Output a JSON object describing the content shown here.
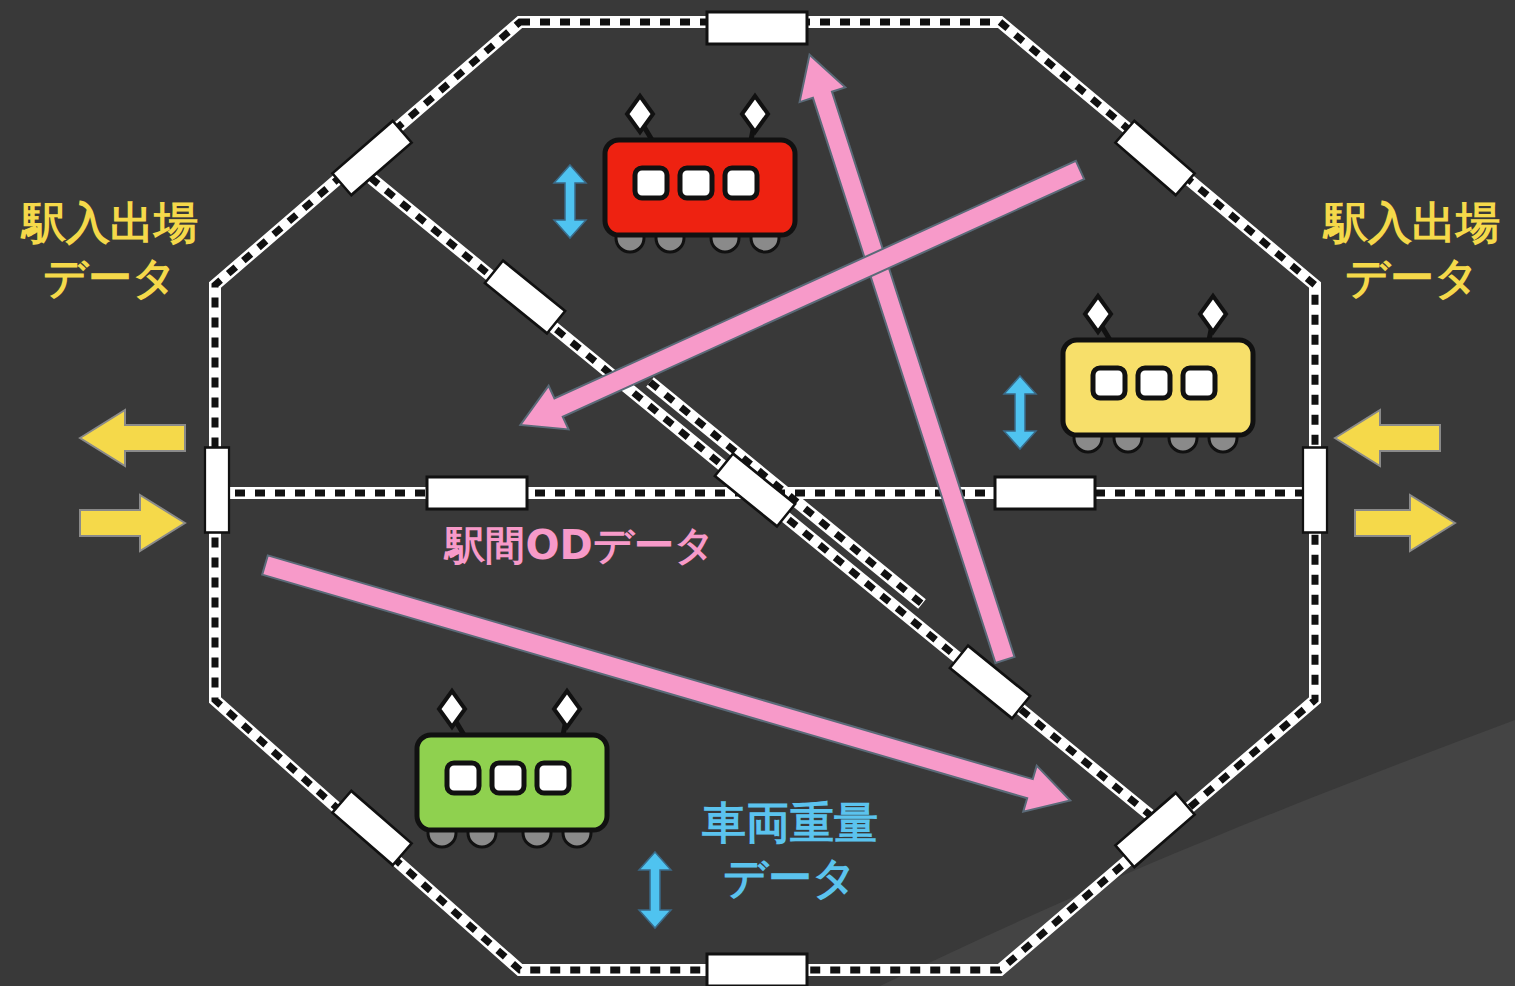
{
  "diagram": {
    "labels": [
      "駅入出場 データ",
      "駅入出場 データ",
      "駅間ODデータ",
      "車両重量 データ"
    ]
  }
}
